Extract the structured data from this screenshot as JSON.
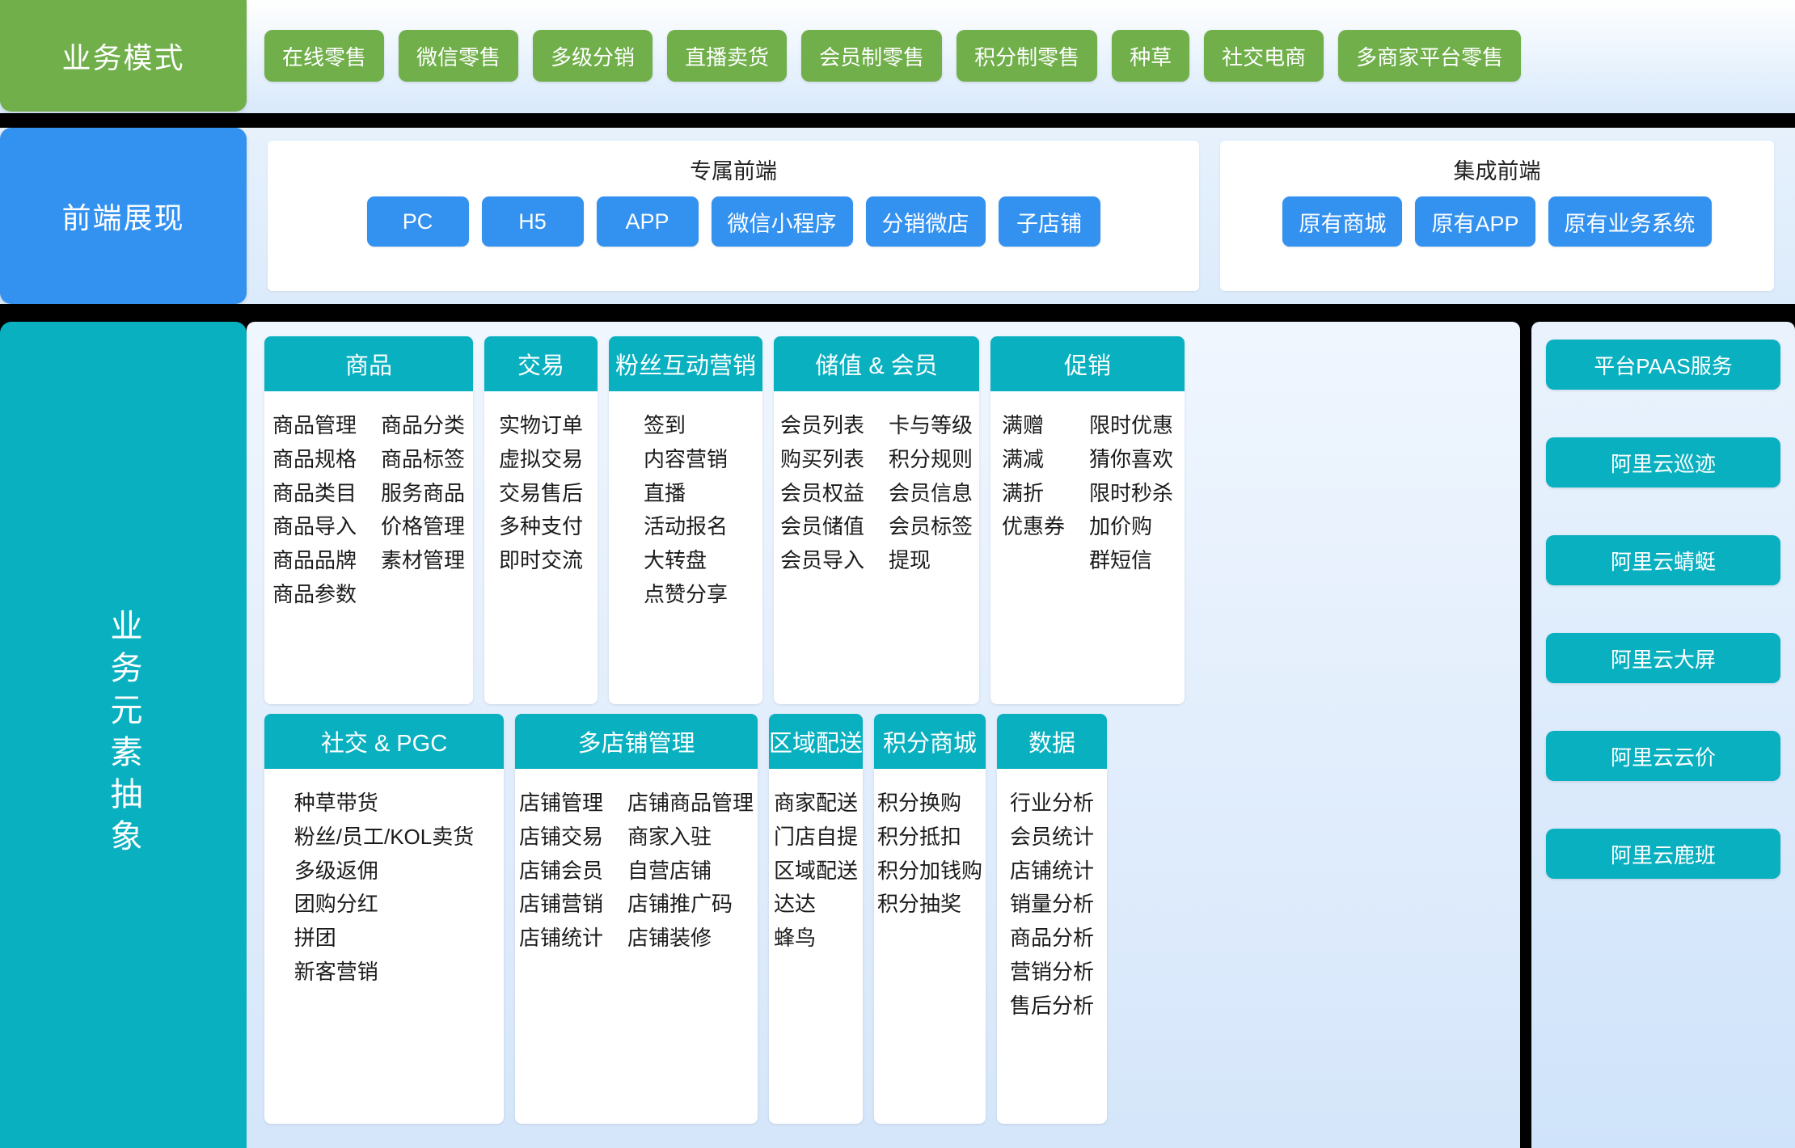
{
  "business_mode": {
    "label": "业务模式",
    "tags": [
      "在线零售",
      "微信零售",
      "多级分销",
      "直播卖货",
      "会员制零售",
      "积分制零售",
      "种草",
      "社交电商",
      "多商家平台零售"
    ]
  },
  "frontend": {
    "label": "前端展现",
    "groups": [
      {
        "title": "专属前端",
        "items": [
          "PC",
          "H5",
          "APP",
          "微信小程序",
          "分销微店",
          "子店铺"
        ]
      },
      {
        "title": "集成前端",
        "items": [
          "原有商城",
          "原有APP",
          "原有业务系统"
        ]
      }
    ]
  },
  "core": {
    "label": "业务元素抽象",
    "row1": [
      {
        "title": "商品",
        "cols": [
          [
            "商品管理",
            "商品规格",
            "商品类目",
            "商品导入",
            "商品品牌",
            "商品参数"
          ],
          [
            "商品分类",
            "商品标签",
            "服务商品",
            "价格管理",
            "素材管理"
          ]
        ]
      },
      {
        "title": "交易",
        "cols": [
          [
            "实物订单",
            "虚拟交易",
            "交易售后",
            "多种支付",
            "即时交流"
          ]
        ]
      },
      {
        "title": "粉丝互动营销",
        "cols": [
          [
            "签到",
            "内容营销",
            "直播",
            "活动报名",
            "大转盘",
            "点赞分享"
          ]
        ]
      },
      {
        "title": "储值 & 会员",
        "cols": [
          [
            "会员列表",
            "购买列表",
            "会员权益",
            "会员储值",
            "会员导入"
          ],
          [
            "卡与等级",
            "积分规则",
            "会员信息",
            "会员标签",
            "提现"
          ]
        ]
      },
      {
        "title": "促销",
        "cols": [
          [
            "满赠",
            "满减",
            "满折",
            "优惠券"
          ],
          [
            "限时优惠",
            "猜你喜欢",
            "限时秒杀",
            "加价购",
            "群短信"
          ]
        ]
      }
    ],
    "row2": [
      {
        "title": "社交 & PGC",
        "cols": [
          [
            "种草带货",
            "粉丝/员工/KOL卖货",
            "多级返佣",
            "团购分红",
            "拼团",
            "新客营销"
          ]
        ]
      },
      {
        "title": "多店铺管理",
        "cols": [
          [
            "店铺管理",
            "店铺交易",
            "店铺会员",
            "店铺营销",
            "店铺统计"
          ],
          [
            "店铺商品管理",
            "商家入驻",
            "自营店铺",
            "店铺推广码",
            "店铺装修"
          ]
        ]
      },
      {
        "title": "区域配送",
        "cols": [
          [
            "商家配送",
            "门店自提",
            "区域配送",
            "达达",
            "蜂鸟"
          ]
        ]
      },
      {
        "title": "积分商城",
        "cols": [
          [
            "积分换购",
            "积分抵扣",
            "积分加钱购",
            "积分抽奖"
          ]
        ]
      },
      {
        "title": "数据",
        "cols": [
          [
            "行业分析",
            "会员统计",
            "店铺统计",
            "销量分析",
            "商品分析",
            "营销分析",
            "售后分析"
          ]
        ]
      }
    ],
    "services": [
      "平台PAAS服务",
      "阿里云巡迹",
      "阿里云蜻蜓",
      "阿里云大屏",
      "阿里云云价",
      "阿里云鹿班"
    ]
  },
  "colors": {
    "green": "#70af4a",
    "blue": "#3391f0",
    "teal": "#09b0c0",
    "panel_bg": "#e6f1fc",
    "card_bg": "#ffffff",
    "separator": "#000000"
  }
}
